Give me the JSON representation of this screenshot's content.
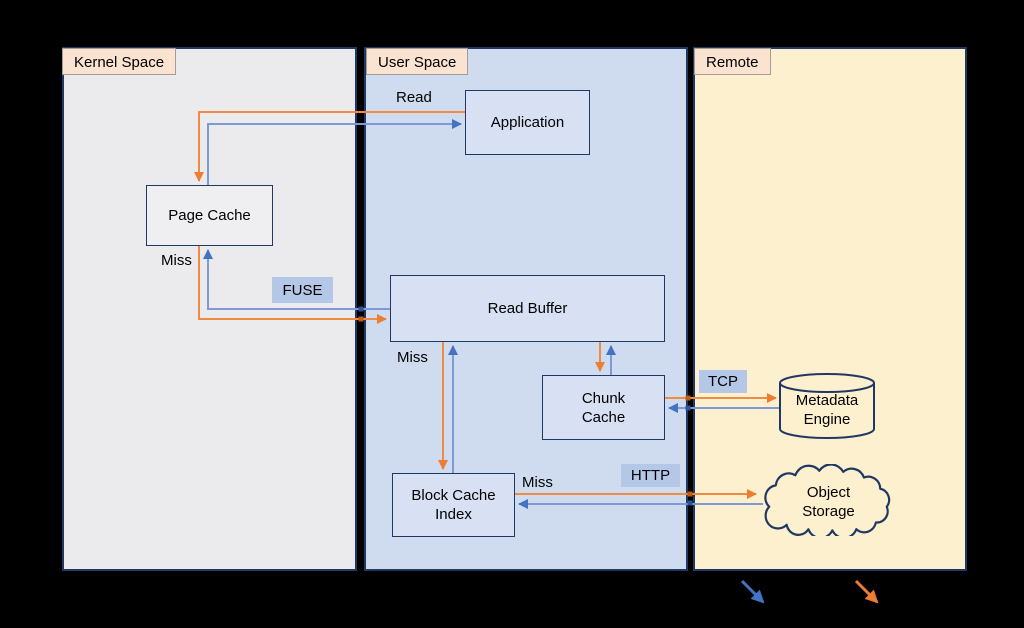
{
  "sections": {
    "kernel": {
      "label": "Kernel Space"
    },
    "user": {
      "label": "User Space"
    },
    "remote": {
      "label": "Remote"
    }
  },
  "nodes": {
    "application": {
      "label": "Application"
    },
    "page_cache": {
      "label": "Page Cache"
    },
    "read_buffer": {
      "label": "Read Buffer"
    },
    "chunk_cache": {
      "label": "Chunk Cache"
    },
    "block_cache_index": {
      "label": "Block Cache Index"
    },
    "metadata_engine": {
      "label": "Metadata Engine"
    },
    "object_storage": {
      "label": "Object Storage"
    }
  },
  "edge_labels": {
    "read": "Read",
    "miss_page_cache": "Miss",
    "miss_read_buffer": "Miss",
    "miss_block_cache": "Miss"
  },
  "protocol_labels": {
    "fuse": "FUSE",
    "tcp": "TCP",
    "http": "HTTP"
  },
  "colors": {
    "request_arrow_orange": "#ED7D31",
    "response_arrow_blue": "#4472C4",
    "kernel_panel_bg": "#EBEBED",
    "user_panel_bg": "#CFDCF0",
    "remote_panel_bg": "#FDF0CE",
    "section_label_bg": "#FBE3D1",
    "protocol_chip_bg": "#B4C7E7",
    "node_border": "#203864"
  },
  "edges": [
    {
      "from": "Application",
      "to": "Page Cache",
      "color": "orange",
      "label": "Read"
    },
    {
      "from": "Page Cache",
      "to": "Application",
      "color": "blue"
    },
    {
      "from": "Page Cache",
      "to": "Read Buffer",
      "color": "orange",
      "label": "Miss",
      "via": "FUSE"
    },
    {
      "from": "Read Buffer",
      "to": "Page Cache",
      "color": "blue"
    },
    {
      "from": "Read Buffer",
      "to": "Block Cache Index",
      "color": "orange",
      "label": "Miss"
    },
    {
      "from": "Block Cache Index",
      "to": "Read Buffer",
      "color": "blue"
    },
    {
      "from": "Read Buffer",
      "to": "Chunk Cache",
      "color": "orange"
    },
    {
      "from": "Chunk Cache",
      "to": "Read Buffer",
      "color": "blue"
    },
    {
      "from": "Chunk Cache",
      "to": "Metadata Engine",
      "color": "orange",
      "via": "TCP"
    },
    {
      "from": "Metadata Engine",
      "to": "Chunk Cache",
      "color": "blue"
    },
    {
      "from": "Block Cache Index",
      "to": "Object Storage",
      "color": "orange",
      "label": "Miss",
      "via": "HTTP"
    },
    {
      "from": "Object Storage",
      "to": "Block Cache Index",
      "color": "blue"
    }
  ]
}
